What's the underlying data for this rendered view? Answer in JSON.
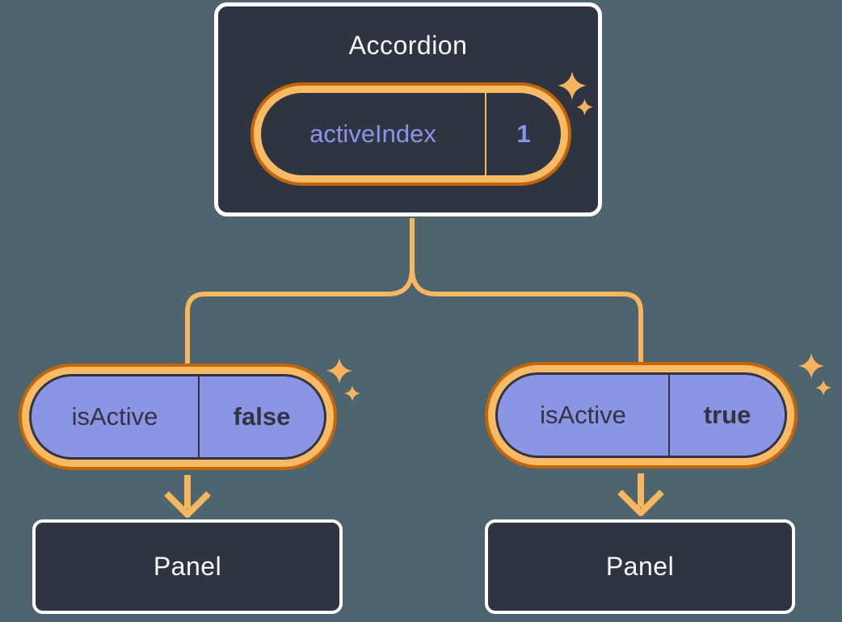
{
  "colors": {
    "page-bg": "#4E646E",
    "node-bg": "#2F3540",
    "node-border": "#FFFFFF",
    "node-text": "#F6F7F9",
    "state-text": "#8A93EC",
    "prop-bg": "#8C94E6",
    "prop-text": "#2F3540",
    "ring-light": "#F8BA64",
    "ring-dark": "#C2660D",
    "line": "#F6B75F",
    "sparkle": "#F5B35F"
  },
  "accordion": {
    "title": "Accordion",
    "state": {
      "name": "activeIndex",
      "value": "1"
    }
  },
  "children": [
    {
      "prop": {
        "name": "isActive",
        "value": "false"
      },
      "panel": {
        "title": "Panel"
      }
    },
    {
      "prop": {
        "name": "isActive",
        "value": "true"
      },
      "panel": {
        "title": "Panel"
      }
    }
  ]
}
